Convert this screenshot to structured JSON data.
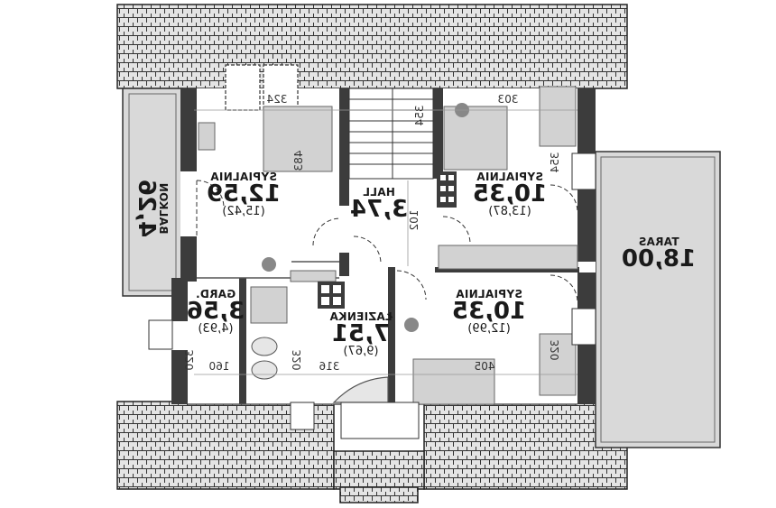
{
  "rooms": [
    {
      "id": "sypialnia-left",
      "name": "SYPIALNIA",
      "area": "12,59",
      "sub": "(15,42)"
    },
    {
      "id": "hall",
      "name": "HALL",
      "area": "3,74",
      "sub": ""
    },
    {
      "id": "sypialnia-topright",
      "name": "SYPIALNIA",
      "area": "10,35",
      "sub": "(13,87)"
    },
    {
      "id": "sypialnia-bottomright",
      "name": "SYPIALNIA",
      "area": "10,35",
      "sub": "(12,99)"
    },
    {
      "id": "gard",
      "name": "GARD.",
      "area": "3,56",
      "sub": "(4,93)"
    },
    {
      "id": "lazienka",
      "name": "ŁAZIENKA",
      "area": "7,51",
      "sub": "(9,67)"
    }
  ],
  "balkon": {
    "name": "BALKON",
    "area": "4,26"
  },
  "taras": {
    "name": "TARAS",
    "area": "18,00"
  },
  "dimensions": {
    "d324": "324",
    "d303": "303",
    "d483": "483",
    "d354": "354",
    "d102": "102",
    "d405": "405",
    "d320a": "320",
    "d160": "160",
    "d320b": "320",
    "d316": "316",
    "d320c": "320",
    "d354r": "354"
  },
  "colors": {
    "wall": "#3c3c3c",
    "roof": "#e2e2e2",
    "terrace": "#d9d9d9",
    "floor": "#ffffff",
    "furniture": "#d2d2d2"
  }
}
